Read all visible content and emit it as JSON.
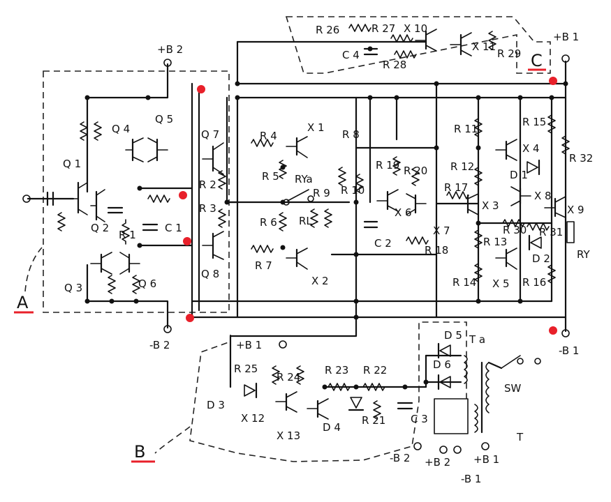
{
  "region_labels": {
    "A": "A",
    "B": "B",
    "C": "C"
  },
  "supply_labels": {
    "pos_b2_top": "+B 2",
    "neg_b2_mid": "-B 2",
    "pos_b1_top": "+B 1",
    "neg_b1_mid": "-B 1",
    "pos_b1_b": "+B 1",
    "neg_b2_bottom": "-B 2",
    "pos_b2_bottom": "+B 2",
    "pos_b1_bottom": "+B 1",
    "neg_b1_bottom": "-B 1"
  },
  "transistors": {
    "Q1": "Q 1",
    "Q2": "Q 2",
    "Q3": "Q 3",
    "Q4": "Q 4",
    "Q5": "Q 5",
    "Q6": "Q 6",
    "Q7": "Q 7",
    "Q8": "Q 8",
    "X1": "X 1",
    "X2": "X 2",
    "X3": "X 3",
    "X4": "X 4",
    "X5": "X 5",
    "X6": "X 6",
    "X7": "X 7",
    "X8": "X 8",
    "X9": "X 9",
    "X10": "X 10",
    "X11": "X 11",
    "X12": "X 12",
    "X13": "X 13"
  },
  "resistors": {
    "R1": "R 1",
    "R2": "R 2",
    "R3": "R 3",
    "R4": "R 4",
    "R5": "R 5",
    "R6": "R 6",
    "R7": "R 7",
    "R8": "R 8",
    "R9": "R 9",
    "R10": "R 10",
    "R11": "R 11",
    "R12": "R 12",
    "R13": "R 13",
    "R14": "R 14",
    "R15": "R 15",
    "R16": "R 16",
    "R17": "R 17",
    "R18": "R 18",
    "R19": "R 19",
    "R20": "R 20",
    "R21": "R 21",
    "R22": "R 22",
    "R23": "R 23",
    "R24": "R 24",
    "R25": "R 25",
    "R26": "R 26",
    "R27": "R 27",
    "R28": "R 28",
    "R29": "R 29",
    "R30": "R 30",
    "R31": "R 31",
    "R32": "R 32",
    "RL": "RL"
  },
  "capacitors": {
    "C1": "C 1",
    "C2": "C 2",
    "C3": "C 3",
    "C4": "C 4"
  },
  "diodes": {
    "D1": "D 1",
    "D2": "D 2",
    "D3": "D 3",
    "D4": "D 4",
    "D5": "D 5",
    "D6": "D 6"
  },
  "misc": {
    "RYa": "RYa",
    "RY": "RY",
    "SW": "SW",
    "T": "T",
    "Ta": "T a"
  }
}
